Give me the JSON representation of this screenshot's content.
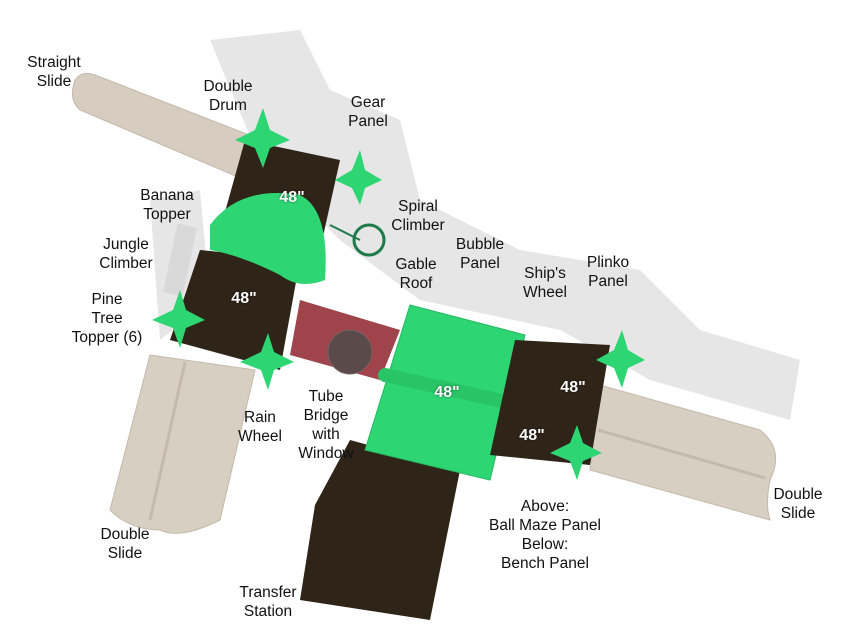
{
  "diagram": {
    "title": "Playground structure top view",
    "colors": {
      "green": "#2ed573",
      "deck": "#2f2418",
      "slide": "#d8cfc3",
      "tube": "#a0444c",
      "shadow": "#e4e4e4"
    },
    "labels": [
      {
        "id": "straight-slide",
        "lines": [
          "Straight",
          "Slide"
        ]
      },
      {
        "id": "double-drum",
        "lines": [
          "Double",
          "Drum"
        ]
      },
      {
        "id": "gear-panel",
        "lines": [
          "Gear",
          "Panel"
        ]
      },
      {
        "id": "banana-topper",
        "lines": [
          "Banana",
          "Topper"
        ]
      },
      {
        "id": "spiral-climber",
        "lines": [
          "Spiral",
          "Climber"
        ]
      },
      {
        "id": "jungle-climber",
        "lines": [
          "Jungle",
          "Climber"
        ]
      },
      {
        "id": "bubble-panel",
        "lines": [
          "Bubble",
          "Panel"
        ]
      },
      {
        "id": "gable-roof",
        "lines": [
          "Gable",
          "Roof"
        ]
      },
      {
        "id": "ships-wheel",
        "lines": [
          "Ship's",
          "Wheel"
        ]
      },
      {
        "id": "plinko-panel",
        "lines": [
          "Plinko",
          "Panel"
        ]
      },
      {
        "id": "pine-tree-topper",
        "lines": [
          "Pine",
          "Tree",
          "Topper (6)"
        ]
      },
      {
        "id": "rain-wheel",
        "lines": [
          "Rain",
          "Wheel"
        ]
      },
      {
        "id": "tube-bridge",
        "lines": [
          "Tube",
          "Bridge",
          "with",
          "Window"
        ]
      },
      {
        "id": "double-slide-left",
        "lines": [
          "Double",
          "Slide"
        ]
      },
      {
        "id": "double-slide-right",
        "lines": [
          "Double",
          "Slide"
        ]
      },
      {
        "id": "ball-maze-bench",
        "lines": [
          "Above:",
          "Ball Maze Panel",
          "Below:",
          "Bench Panel"
        ]
      },
      {
        "id": "transfer-station",
        "lines": [
          "Transfer",
          "Station"
        ]
      }
    ],
    "deck_heights": [
      "48\"",
      "48\"",
      "48\"",
      "48\"",
      "48\""
    ]
  }
}
